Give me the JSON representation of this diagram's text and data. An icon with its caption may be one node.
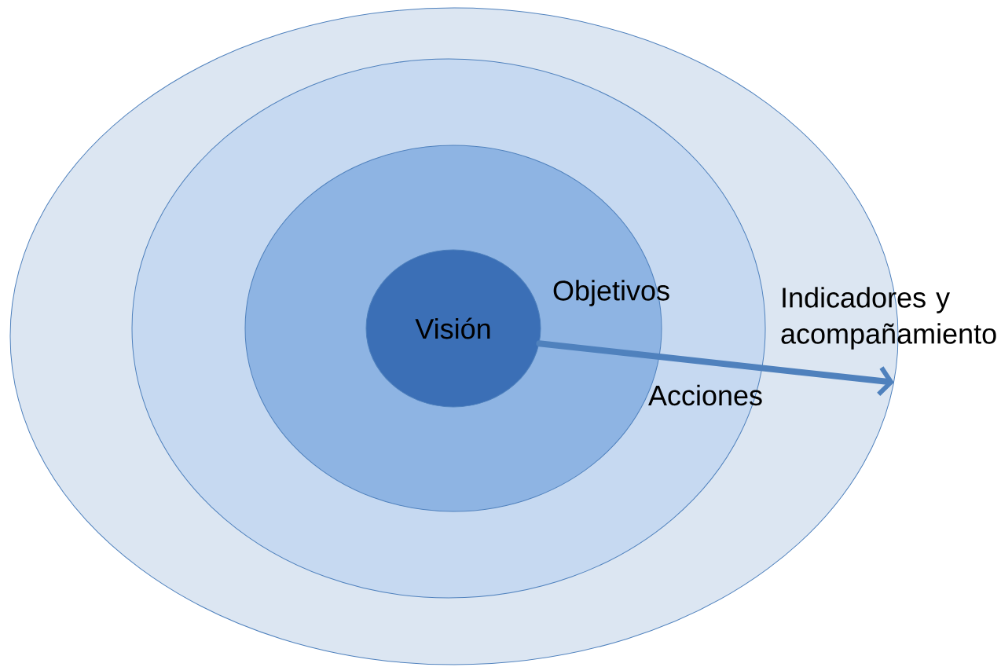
{
  "diagram": {
    "nodes": [
      {
        "text": [
          "Indicadores y acompañamiento"
        ]
      },
      {
        "text": [
          "Acciones"
        ],
        "in": 0
      },
      {
        "text": [
          "Objetivos"
        ],
        "in": 1
      },
      {
        "text": [
          "Visión"
        ],
        "in": 2
      }
    ],
    "edges": [
      {
        "from": 3,
        "to": 0,
        "arrow": "to"
      }
    ]
  }
}
